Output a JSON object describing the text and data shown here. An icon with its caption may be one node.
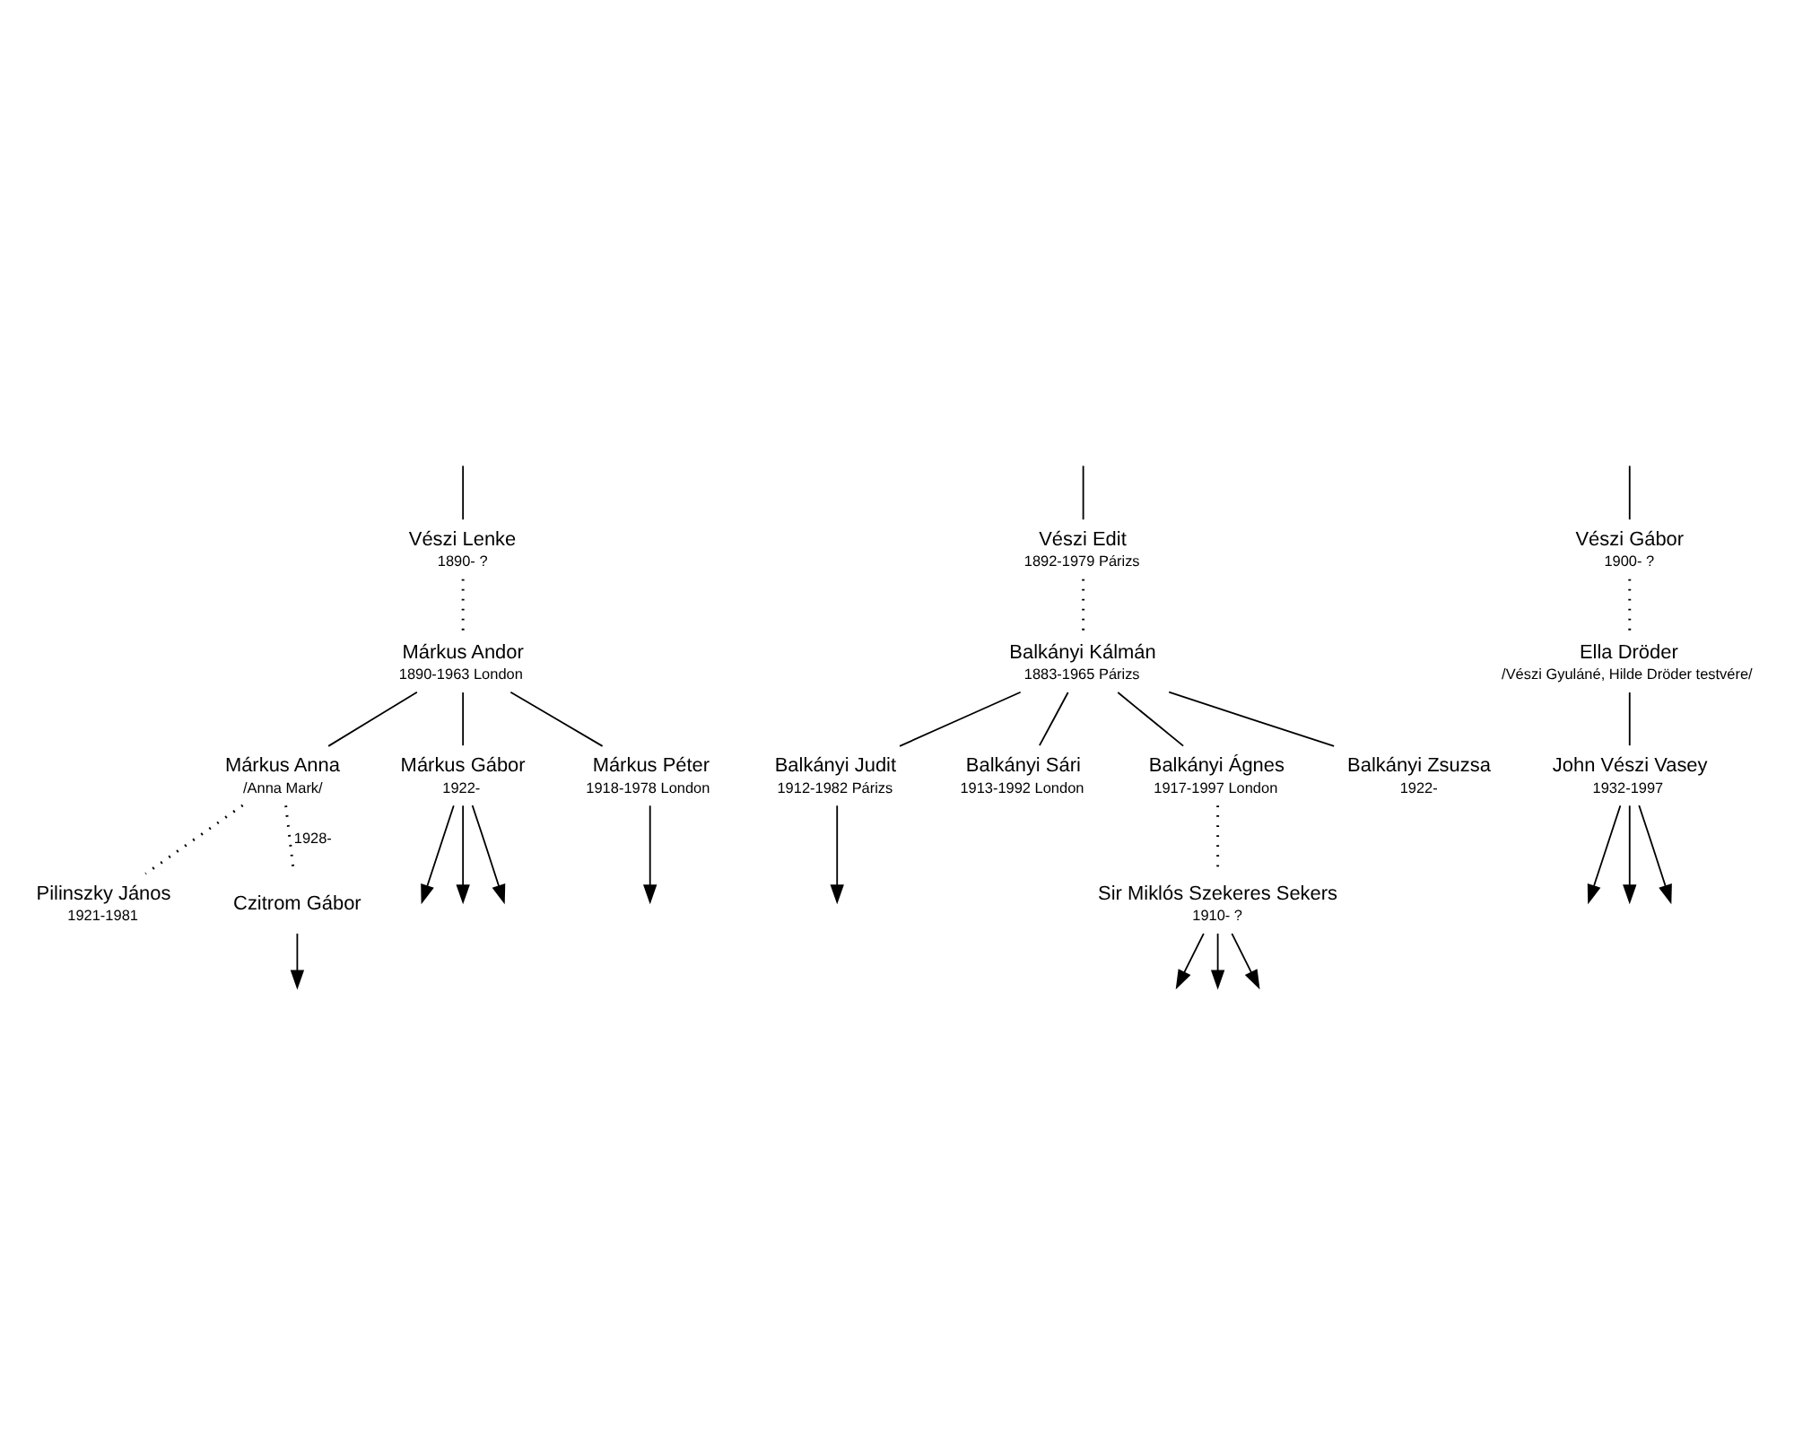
{
  "diagram": {
    "nodes": [
      {
        "text": [
          "Vészi Lenke",
          "1890- ?"
        ]
      },
      {
        "text": [
          "Márkus Andor",
          "1890-1963 London"
        ]
      },
      {
        "text": [
          "Márkus Anna",
          "/Anna Mark/"
        ]
      },
      {
        "text": [
          "Pilinszky János",
          "1921-1981"
        ]
      },
      {
        "text": [
          "Czitrom Gábor"
        ]
      },
      {
        "text": [
          "Márkus Gábor",
          "1922-"
        ]
      },
      {
        "text": [
          "Márkus Péter",
          "1918-1978 London"
        ]
      },
      {
        "text": [
          "Vészi Edit",
          "1892-1979 Párizs"
        ]
      },
      {
        "text": [
          "Balkányi Kálmán",
          "1883-1965 Párizs"
        ]
      },
      {
        "text": [
          "Balkányi Judit",
          "1912-1982 Párizs"
        ]
      },
      {
        "text": [
          "Balkányi Sári",
          "1913-1992 London"
        ]
      },
      {
        "text": [
          "Balkányi Ágnes",
          "1917-1997 London"
        ]
      },
      {
        "text": [
          "Sir Miklós Szekeres Sekers",
          "1910- ?"
        ]
      },
      {
        "text": [
          "Balkányi Zsuzsa",
          "1922-"
        ]
      },
      {
        "text": [
          "Vészi Gábor",
          "1900- ?"
        ]
      },
      {
        "text": [
          "Ella Dröder",
          "/Vészi Gyuláné, Hilde Dröder testvére/"
        ]
      },
      {
        "text": [
          "John Vészi Vasey",
          "1932-1997"
        ]
      }
    ],
    "edges": [
      {
        "from": null,
        "to": 0,
        "arrow": "none"
      },
      {
        "from": null,
        "to": 7,
        "arrow": "none"
      },
      {
        "from": null,
        "to": 14,
        "arrow": "none"
      },
      {
        "from": 0,
        "to": 1,
        "arrow": "none",
        "style": "dashed"
      },
      {
        "from": 1,
        "to": 2,
        "arrow": "none"
      },
      {
        "from": 1,
        "to": 5,
        "arrow": "none"
      },
      {
        "from": 1,
        "to": 6,
        "arrow": "none"
      },
      {
        "from": 2,
        "to": 3,
        "arrow": "none",
        "style": "dashed"
      },
      {
        "from": 2,
        "to": 4,
        "arrow": "none",
        "style": "dashed",
        "label": "1928-"
      },
      {
        "from": 4,
        "to": null,
        "arrow": "to"
      },
      {
        "from": 5,
        "to": null,
        "arrow": "to"
      },
      {
        "from": 5,
        "to": null,
        "arrow": "to"
      },
      {
        "from": 5,
        "to": null,
        "arrow": "to"
      },
      {
        "from": 6,
        "to": null,
        "arrow": "to"
      },
      {
        "from": 7,
        "to": 8,
        "arrow": "none",
        "style": "dashed"
      },
      {
        "from": 8,
        "to": 9,
        "arrow": "none"
      },
      {
        "from": 8,
        "to": 10,
        "arrow": "none"
      },
      {
        "from": 8,
        "to": 11,
        "arrow": "none"
      },
      {
        "from": 8,
        "to": 13,
        "arrow": "none"
      },
      {
        "from": 9,
        "to": null,
        "arrow": "to"
      },
      {
        "from": 11,
        "to": 12,
        "arrow": "none",
        "style": "dashed"
      },
      {
        "from": 12,
        "to": null,
        "arrow": "to"
      },
      {
        "from": 12,
        "to": null,
        "arrow": "to"
      },
      {
        "from": 12,
        "to": null,
        "arrow": "to"
      },
      {
        "from": 14,
        "to": 15,
        "arrow": "none",
        "style": "dashed"
      },
      {
        "from": 15,
        "to": 16,
        "arrow": "none"
      },
      {
        "from": 16,
        "to": null,
        "arrow": "to"
      },
      {
        "from": 16,
        "to": null,
        "arrow": "to"
      },
      {
        "from": 16,
        "to": null,
        "arrow": "to"
      }
    ]
  }
}
